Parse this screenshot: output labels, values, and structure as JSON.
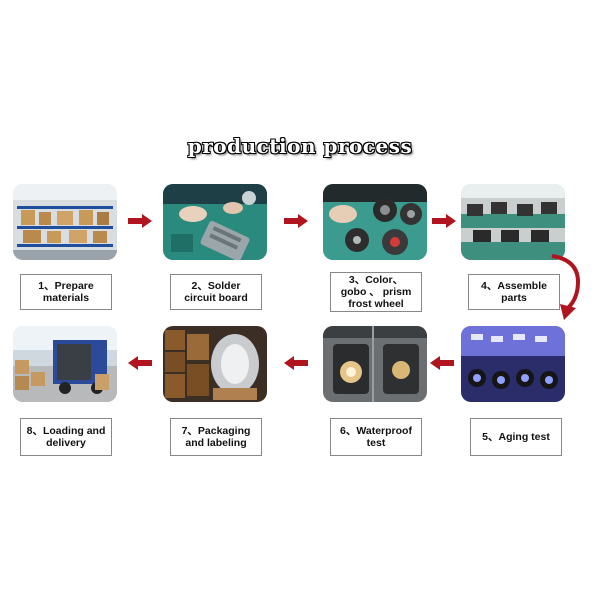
{
  "title": "production process",
  "steps": [
    {
      "label": "1、Prepare\nmaterials",
      "photo": "warehouse shelves"
    },
    {
      "label": "2、Solder\ncircuit board",
      "photo": "soldering circuit board"
    },
    {
      "label": "3、Color、\ngobo 、 prism\nfrost wheel",
      "photo": "color gobo wheels"
    },
    {
      "label": "4、Assemble\nparts",
      "photo": "assembly line"
    },
    {
      "label": "5、Aging test",
      "photo": "lights aging test"
    },
    {
      "label": "6、Waterproof\ntest",
      "photo": "moving head waterproof test"
    },
    {
      "label": "7、Packaging\nand labeling",
      "photo": "packaging"
    },
    {
      "label": "8、Loading and\ndelivery",
      "photo": "truck loading"
    }
  ],
  "colors": {
    "arrow": "#b0141e",
    "label_border": "#888888"
  }
}
